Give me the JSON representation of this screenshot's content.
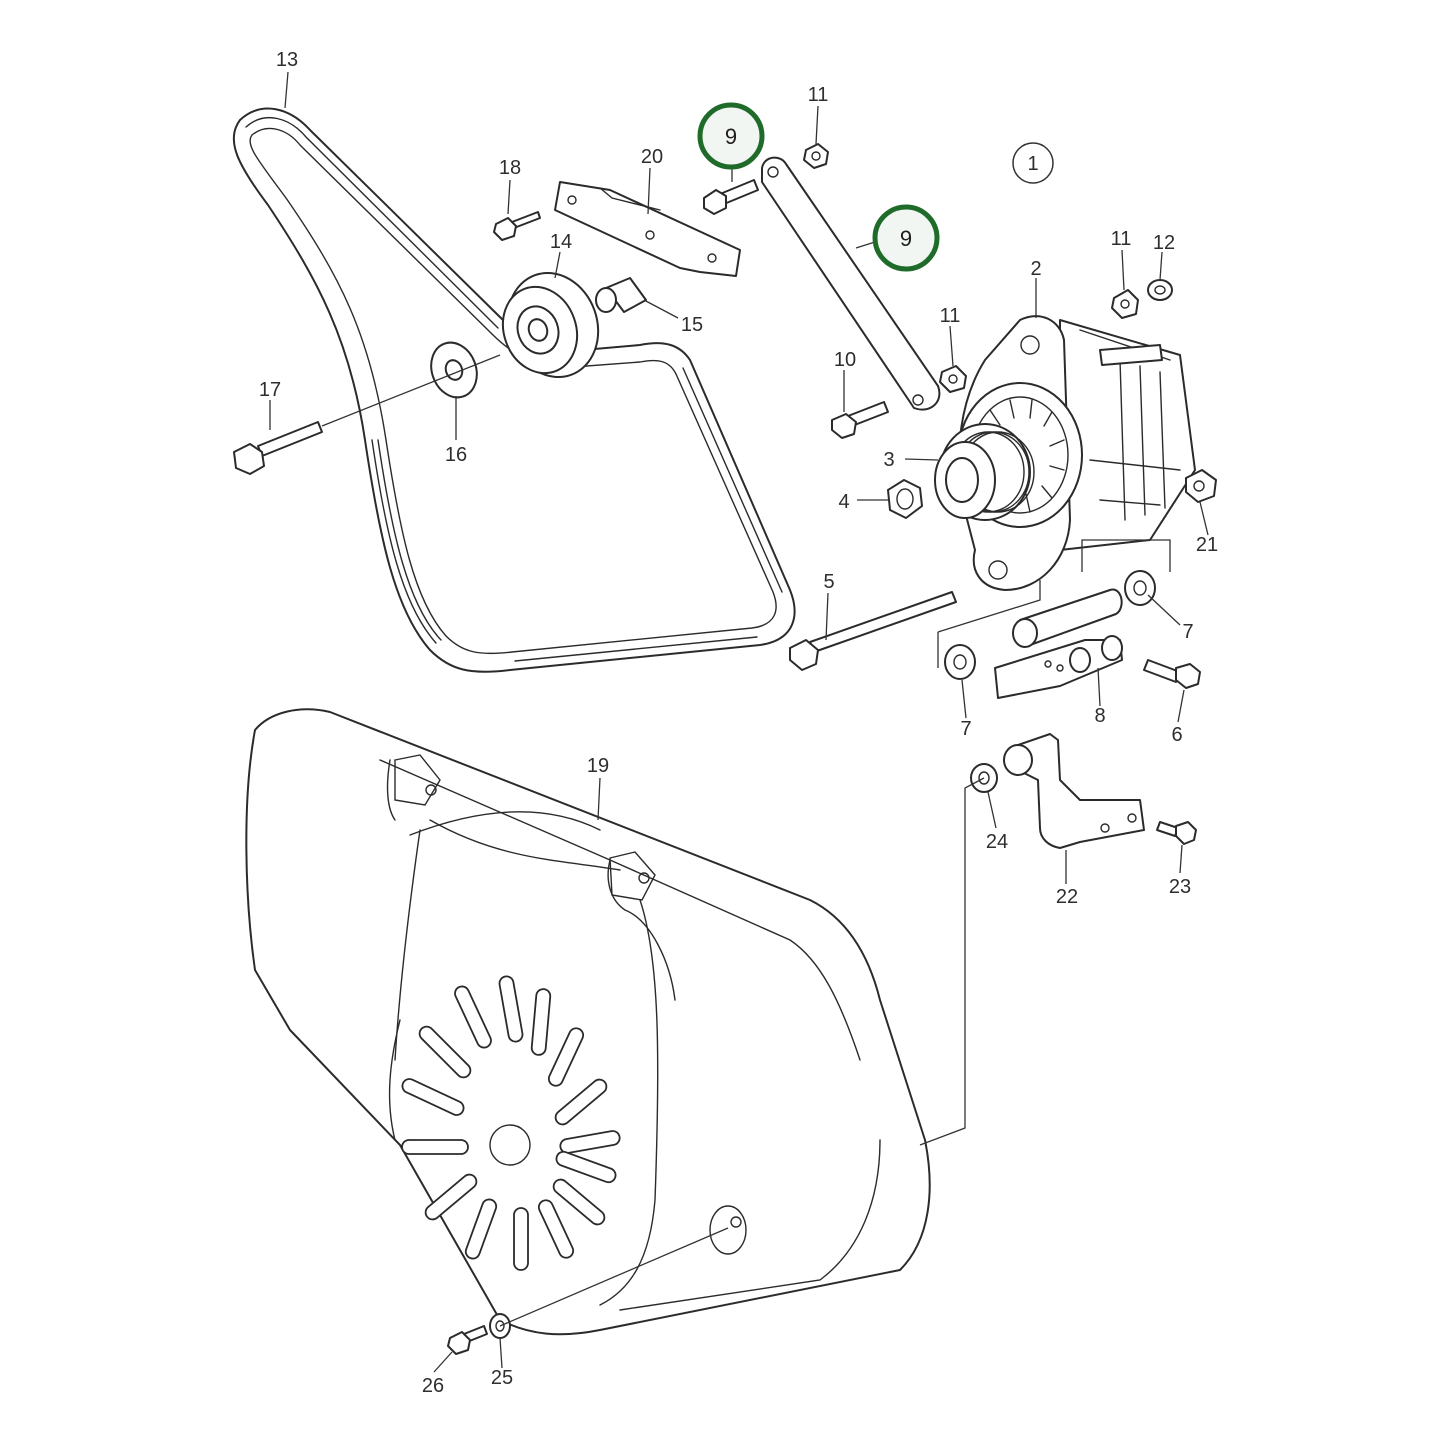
{
  "diagram": {
    "reference_marker": "1",
    "highlight_color": "#1f6b2a",
    "labels": {
      "p2": "2",
      "p3": "3",
      "p4": "4",
      "p5": "5",
      "p6": "6",
      "p7a": "7",
      "p7b": "7",
      "p8": "8",
      "p9a": "9",
      "p9b": "9",
      "p10": "10",
      "p11a": "11",
      "p11b": "11",
      "p11c": "11",
      "p12": "12",
      "p13": "13",
      "p14": "14",
      "p15": "15",
      "p16": "16",
      "p17": "17",
      "p18": "18",
      "p19": "19",
      "p20": "20",
      "p21": "21",
      "p22": "22",
      "p23": "23",
      "p24": "24",
      "p25": "25",
      "p26": "26"
    },
    "highlighted_parts": [
      "9"
    ]
  }
}
